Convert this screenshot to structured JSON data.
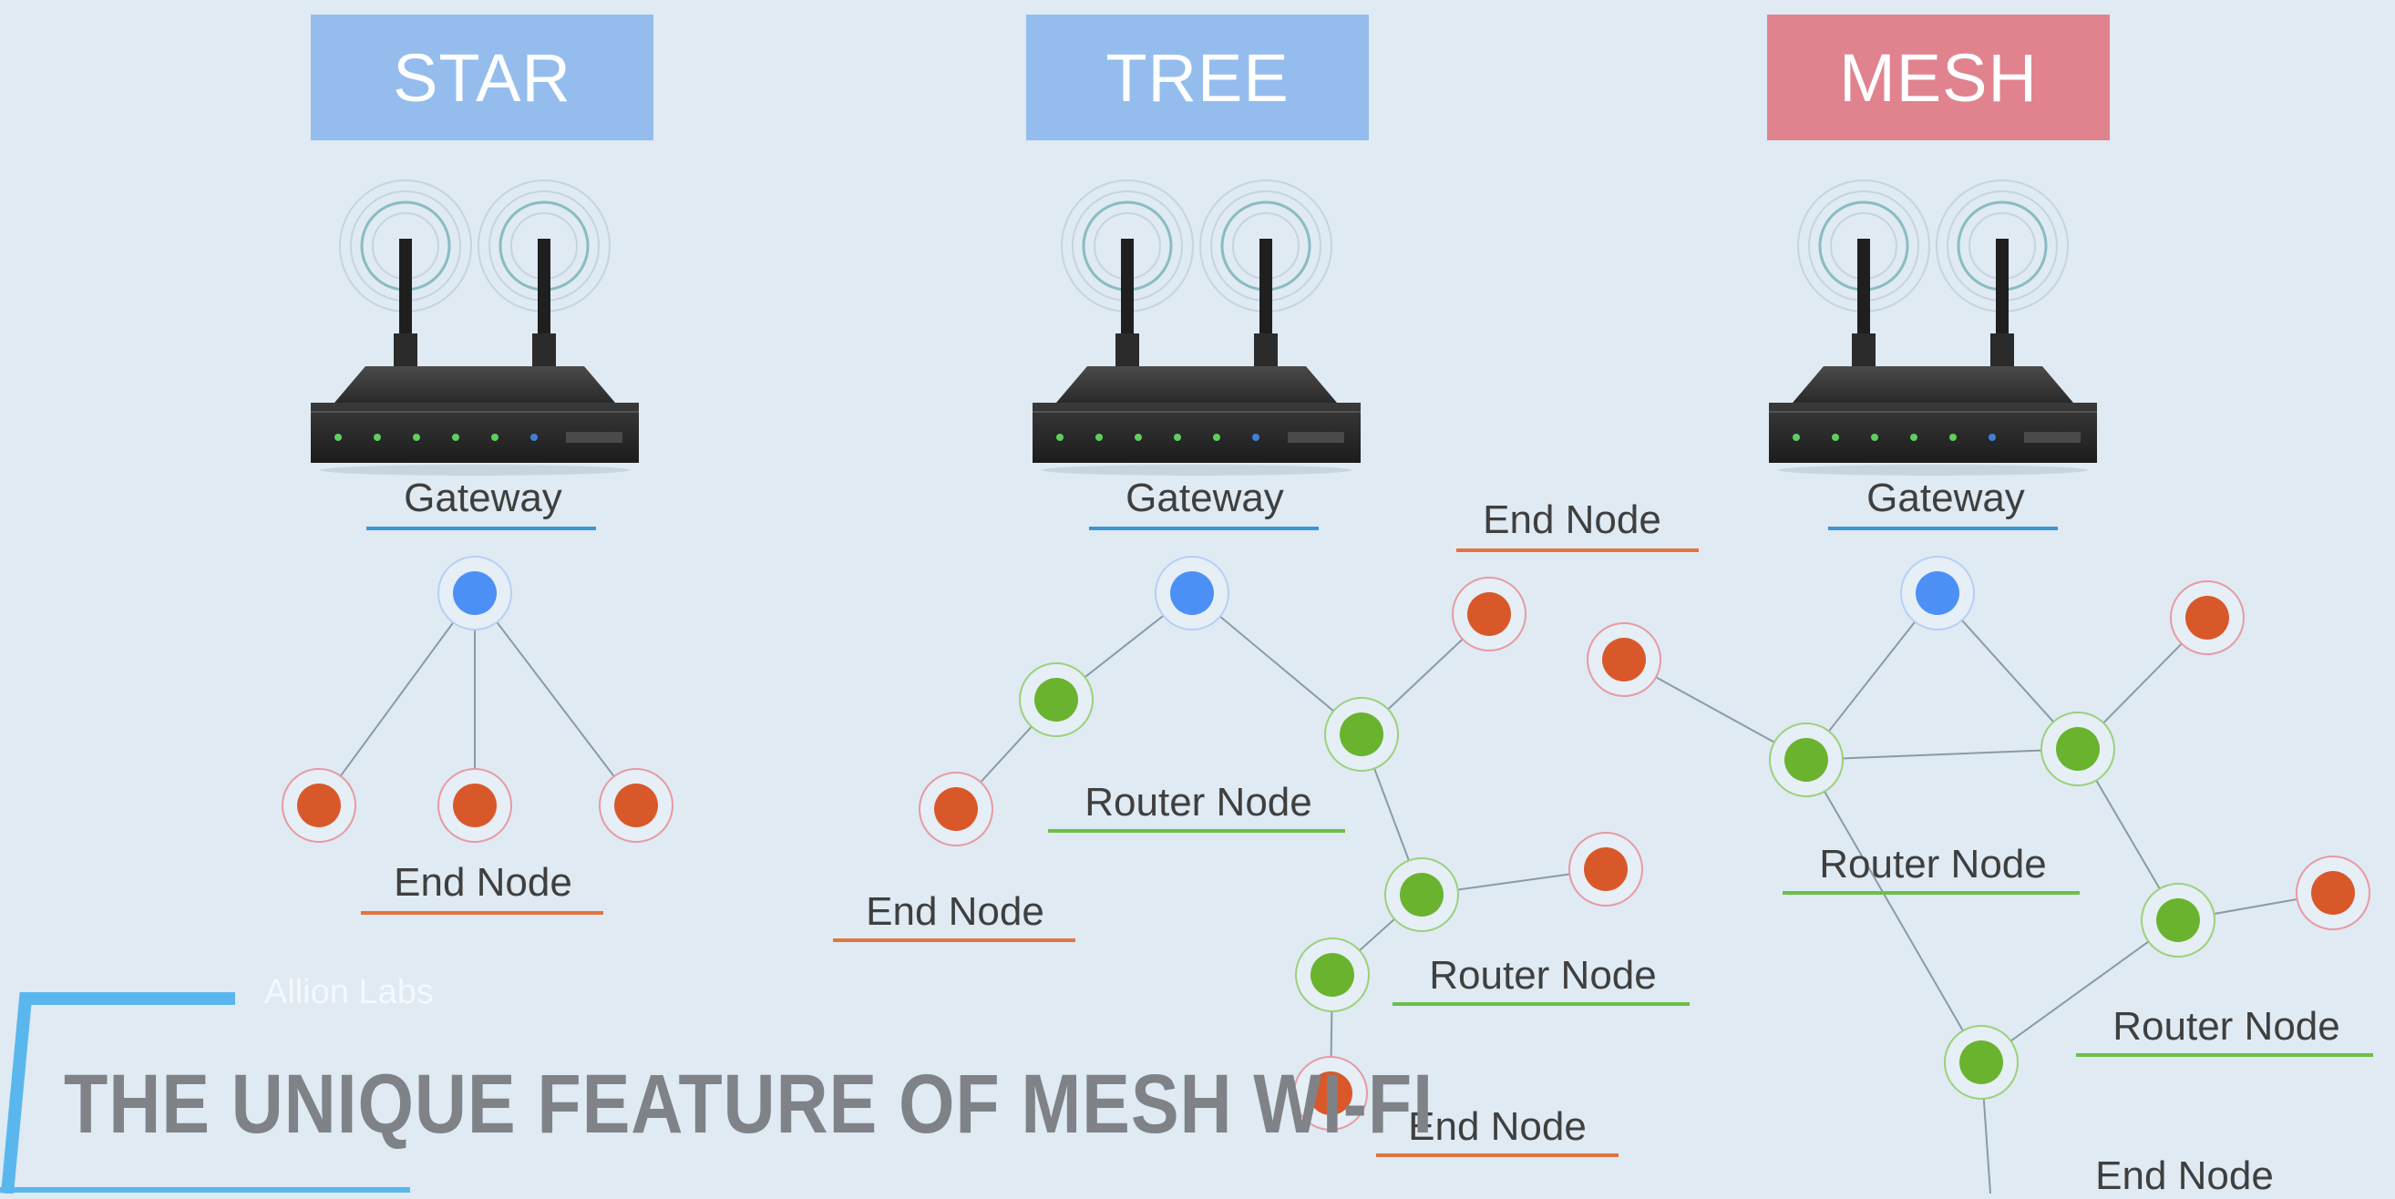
{
  "titles": {
    "star": "STAR",
    "tree": "TREE",
    "mesh": "MESH"
  },
  "labels": {
    "star_gateway": "Gateway",
    "star_end_node": "End Node",
    "tree_gateway": "Gateway",
    "tree_end_node_top": "End Node",
    "tree_router_node_1": "Router Node",
    "tree_end_node_left": "End Node",
    "tree_router_node_2": "Router Node",
    "tree_end_node_bottom": "End Node",
    "mesh_gateway": "Gateway",
    "mesh_router_node_1": "Router Node",
    "mesh_router_node_2": "Router Node",
    "mesh_end_node": "End Node"
  },
  "footer": {
    "brand": "Allion Labs",
    "headline": "THE UNIQUE FEATURE OF MESH WI-FI"
  },
  "colors": {
    "background": "#dfeaf3",
    "title_blue": "#94bdee",
    "title_pink": "#e0838f",
    "gateway_node": "#4d90f5",
    "router_node": "#6ab32e",
    "end_node": "#d9582a",
    "link_line": "#8a9aa8"
  }
}
